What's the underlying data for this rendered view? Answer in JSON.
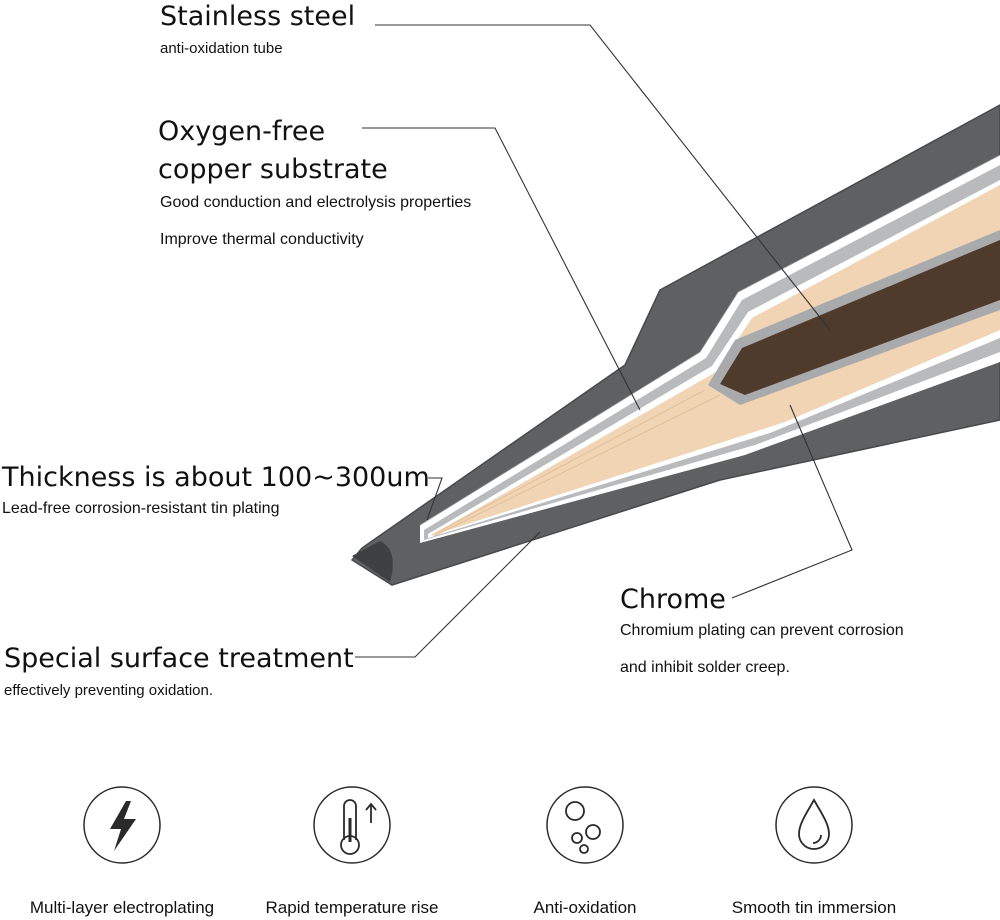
{
  "callouts": {
    "stainless": {
      "title": "Stainless steel",
      "subtitle": "anti-oxidation tube"
    },
    "copper": {
      "title_line1": "Oxygen-free",
      "title_line2": "copper substrate",
      "line1": "Good conduction and electrolysis properties",
      "line2": "Improve thermal conductivity"
    },
    "thickness": {
      "title": "Thickness is about 100~300um",
      "subtitle": "Lead-free corrosion-resistant tin plating"
    },
    "chrome": {
      "title": "Chrome",
      "line1": "Chromium plating can prevent corrosion",
      "line2": "and inhibit solder creep."
    },
    "surface": {
      "title": "Special surface treatment",
      "subtitle": "effectively preventing oxidation."
    }
  },
  "features": [
    {
      "icon": "lightning-bolt-icon",
      "label": "Multi-layer electroplating"
    },
    {
      "icon": "thermometer-up-icon",
      "label": "Rapid temperature rise"
    },
    {
      "icon": "bubbles-icon",
      "label": "Anti-oxidation"
    },
    {
      "icon": "droplet-icon",
      "label": "Smooth tin immersion"
    }
  ],
  "colors": {
    "outer_shell": "#5f6062",
    "shell_edge": "#48494b",
    "plating_gray": "#b9babc",
    "copper_light": "#f0d4b4",
    "copper_core": "#4f3b2b",
    "icon_stroke": "#2a2a2a"
  }
}
